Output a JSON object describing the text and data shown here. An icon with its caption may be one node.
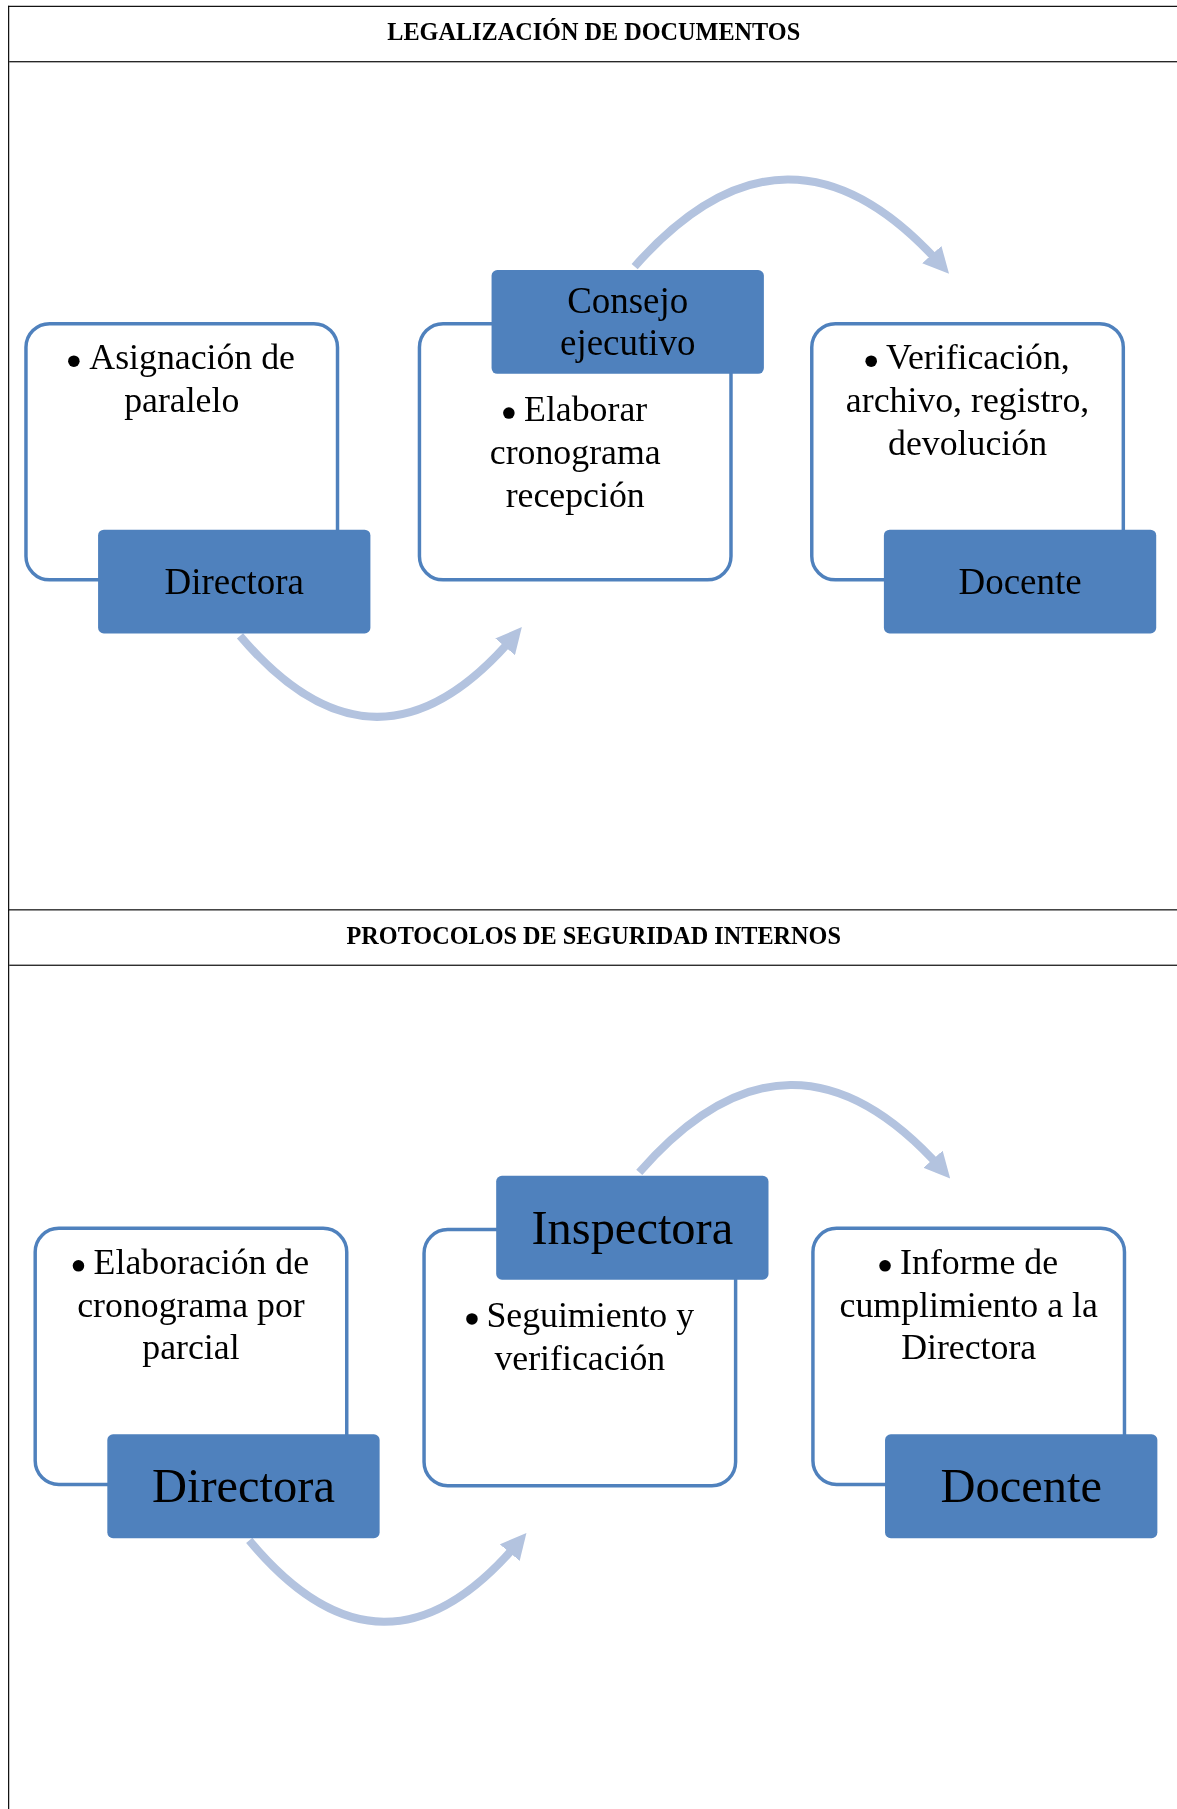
{
  "diagram": {
    "nodes": [
      {
        "text": [
          "LEGALIZACIÓN DE DOCUMENTOS"
        ]
      },
      {
        "text": [
          "Asignación de paralelo",
          "Directora"
        ],
        "in": 0
      },
      {
        "text": [
          "Consejo ejecutivo",
          "Elaborar cronograma recepción"
        ],
        "in": 0
      },
      {
        "text": [
          "Verificación, archivo, registro, devolución",
          "Docente"
        ],
        "in": 0
      },
      {
        "text": [
          "PROTOCOLOS DE SEGURIDAD INTERNOS"
        ]
      },
      {
        "text": [
          "Elaboración de cronograma por parcial",
          "Directora"
        ],
        "in": 4
      },
      {
        "text": [
          "Inspectora",
          "Seguimiento y verificación"
        ],
        "in": 4
      },
      {
        "text": [
          "Informe de cumplimiento a la Directora",
          "Docente"
        ],
        "in": 4
      }
    ],
    "edges": [
      {
        "from": 1,
        "to": 2,
        "arrow": "to"
      },
      {
        "from": 2,
        "to": 3,
        "arrow": "to"
      },
      {
        "from": 5,
        "to": 6,
        "arrow": "to"
      },
      {
        "from": 6,
        "to": 7,
        "arrow": "to"
      }
    ]
  }
}
